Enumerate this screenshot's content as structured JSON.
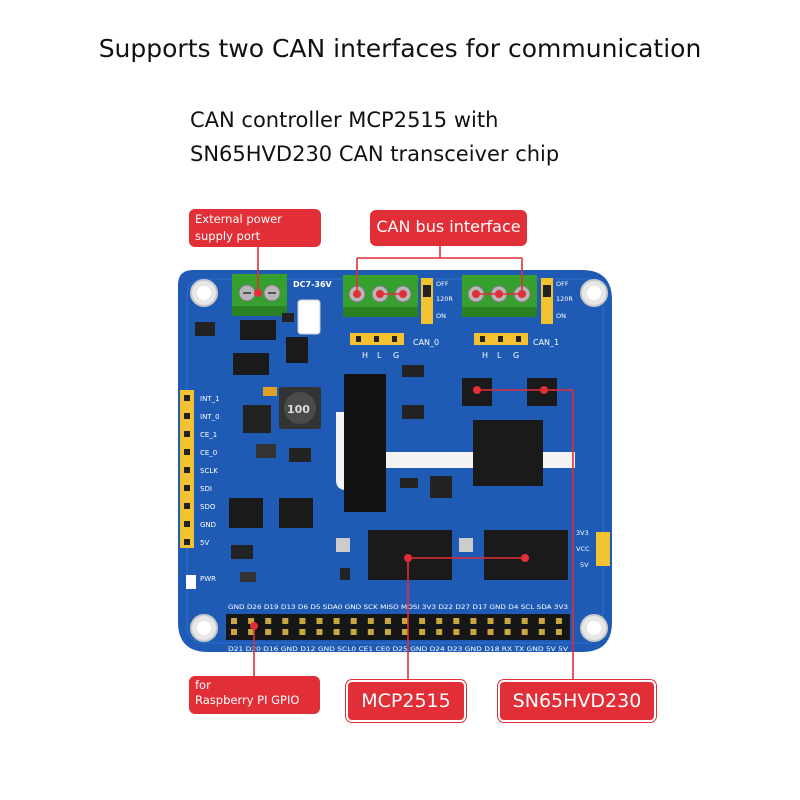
{
  "header": {
    "title": "Supports two CAN interfaces for communication",
    "subtitle_line1": "CAN controller MCP2515 with",
    "subtitle_line2": "SN65HVD230 CAN transceiver chip"
  },
  "callouts": {
    "power": "External power supply port",
    "can_bus": "CAN bus interface",
    "gpio_line1": "for",
    "gpio_line2": "Raspberry PI GPIO",
    "mcp": "MCP2515",
    "sn": "SN65HVD230"
  },
  "board": {
    "dc_label": "DC7-36V",
    "can0": "CAN_0",
    "can1": "CAN_1",
    "hlg": [
      "H",
      "L",
      "G"
    ],
    "jumper_off": "OFF",
    "jumper_120r": "120R",
    "jumper_on": "ON",
    "inductor": "100",
    "left_pins": [
      "INT_1",
      "INT_0",
      "CE_1",
      "CE_0",
      "SCLK",
      "SDI",
      "SDO",
      "GND",
      "5V"
    ],
    "pwr": "PWR",
    "voltage_select": [
      "3V3",
      "VCC",
      "5V"
    ],
    "gpio_top": "GND D26 D19 D13 D6 D5 SDA0 GND SCK MISO MOSI 3V3 D22 D27 D17 GND D4 SCL SDA 3V3",
    "gpio_bottom": "D21 D20 D16 GND D12 GND SCL0 CE1 CE0 D25 GND D24 D23 GND D18 RX TX GND 5V 5V"
  },
  "colors": {
    "board": "#1f5bb5",
    "accent": "#e22e37",
    "terminal": "#35a02e"
  }
}
